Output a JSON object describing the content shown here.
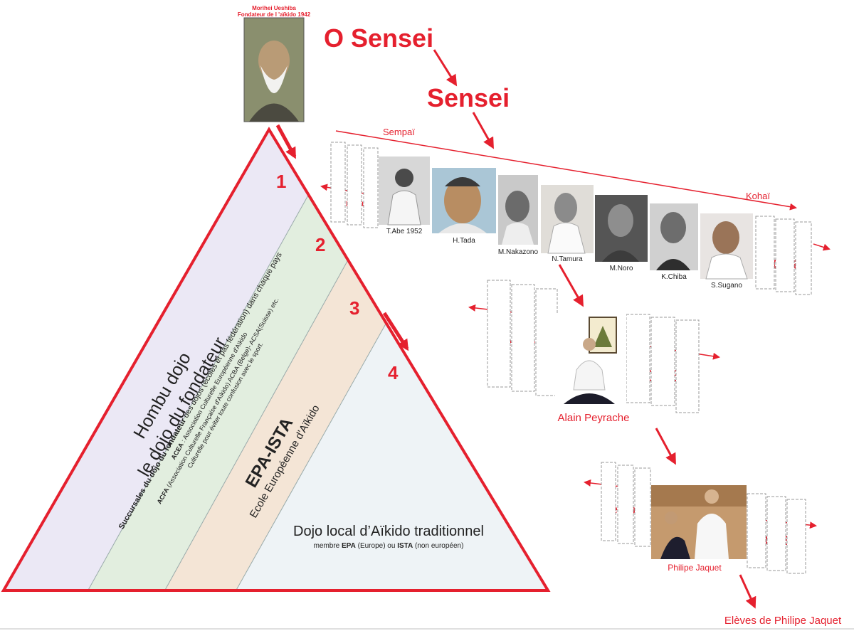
{
  "founder": {
    "name": "Morihei Ueshiba",
    "subtitle": "Fondateur de l 'aïkido 1942",
    "photo_label": "Portrait de Morihei Ueshiba"
  },
  "titles": {
    "o_sensei": "O Sensei",
    "sensei": "Sensei"
  },
  "levels": {
    "n1": "1",
    "n2": "2",
    "n3": "3",
    "n4": "4"
  },
  "bands": {
    "hombu_line1": "Hombu dojo",
    "hombu_line2": "le dojo du fondateur",
    "succ_line1_bold": "Succursales du dojo du fondateur",
    "succ_line1_rest": " des dojos (écoles et pas fédération)  dans chaque pays",
    "succ_line2_bold": "ACEA",
    "succ_line2_rest": " :  Association Culturelle Européenne d'Aïkido",
    "succ_line3_bold": "ACFA",
    "succ_line3_rest": " (Association Culturelle Française d'Aïkido) ACBA (Belge)- ACSA(Suisse) etc.",
    "succ_line4": "Culturelle pour éviter toute confusion avec le sport.",
    "epa_title": "EPA-ISTA",
    "epa_sub": "Ecole Européenne d'Aïkido",
    "local_title": "Dojo local d’Aïkido traditionnel",
    "local_sub_pre": "membre ",
    "local_sub_epa": "EPA",
    "local_sub_mid": " (Europe) ou ",
    "local_sub_ista": "ISTA",
    "local_sub_post": " (non européen)"
  },
  "masters": [
    {
      "name": "T.Abe 1952"
    },
    {
      "name": "H.Tada"
    },
    {
      "name": "M.Nakazono"
    },
    {
      "name": "N.Tamura"
    },
    {
      "name": "M.Noro"
    },
    {
      "name": "K.Chiba"
    },
    {
      "name": "S.Sugano"
    }
  ],
  "relations": {
    "sempai": "Sempaï",
    "kohai": "Kohaï"
  },
  "people": {
    "alain": "Alain Peyrache",
    "philipe": "Philipe Jaquet",
    "eleves": "Elèves de Philipe Jaquet"
  },
  "colors": {
    "accent_red": "#e5202e",
    "band1": "#ebe8f5",
    "band2": "#e2eedf",
    "band3": "#f4e5d6",
    "band4": "#eef3f6"
  }
}
